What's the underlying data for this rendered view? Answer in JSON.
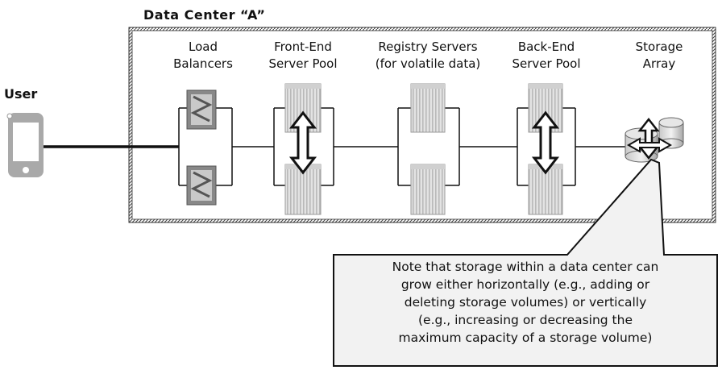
{
  "title": "Data Center “A”",
  "user_label": "User",
  "columns": [
    {
      "line1": "Load",
      "line2": "Balancers"
    },
    {
      "line1": "Front-End",
      "line2": "Server Pool"
    },
    {
      "line1": "Registry Servers",
      "line2": "(for volatile data)"
    },
    {
      "line1": "Back-End",
      "line2": "Server Pool"
    },
    {
      "line1": "Storage",
      "line2": "Array"
    }
  ],
  "note": {
    "lines": [
      "Note that storage within a data center can",
      "grow either horizontally (e.g., adding or",
      "deleting storage volumes) or vertically",
      "(e.g., increasing or decreasing the",
      "maximum capacity of a storage volume)"
    ]
  },
  "icons": {
    "user": "smartphone-icon",
    "load_balancer": "load-balancer-icon",
    "server": "server-rack-icon",
    "storage": "storage-disk-icon",
    "scale": "double-arrow-icon"
  }
}
